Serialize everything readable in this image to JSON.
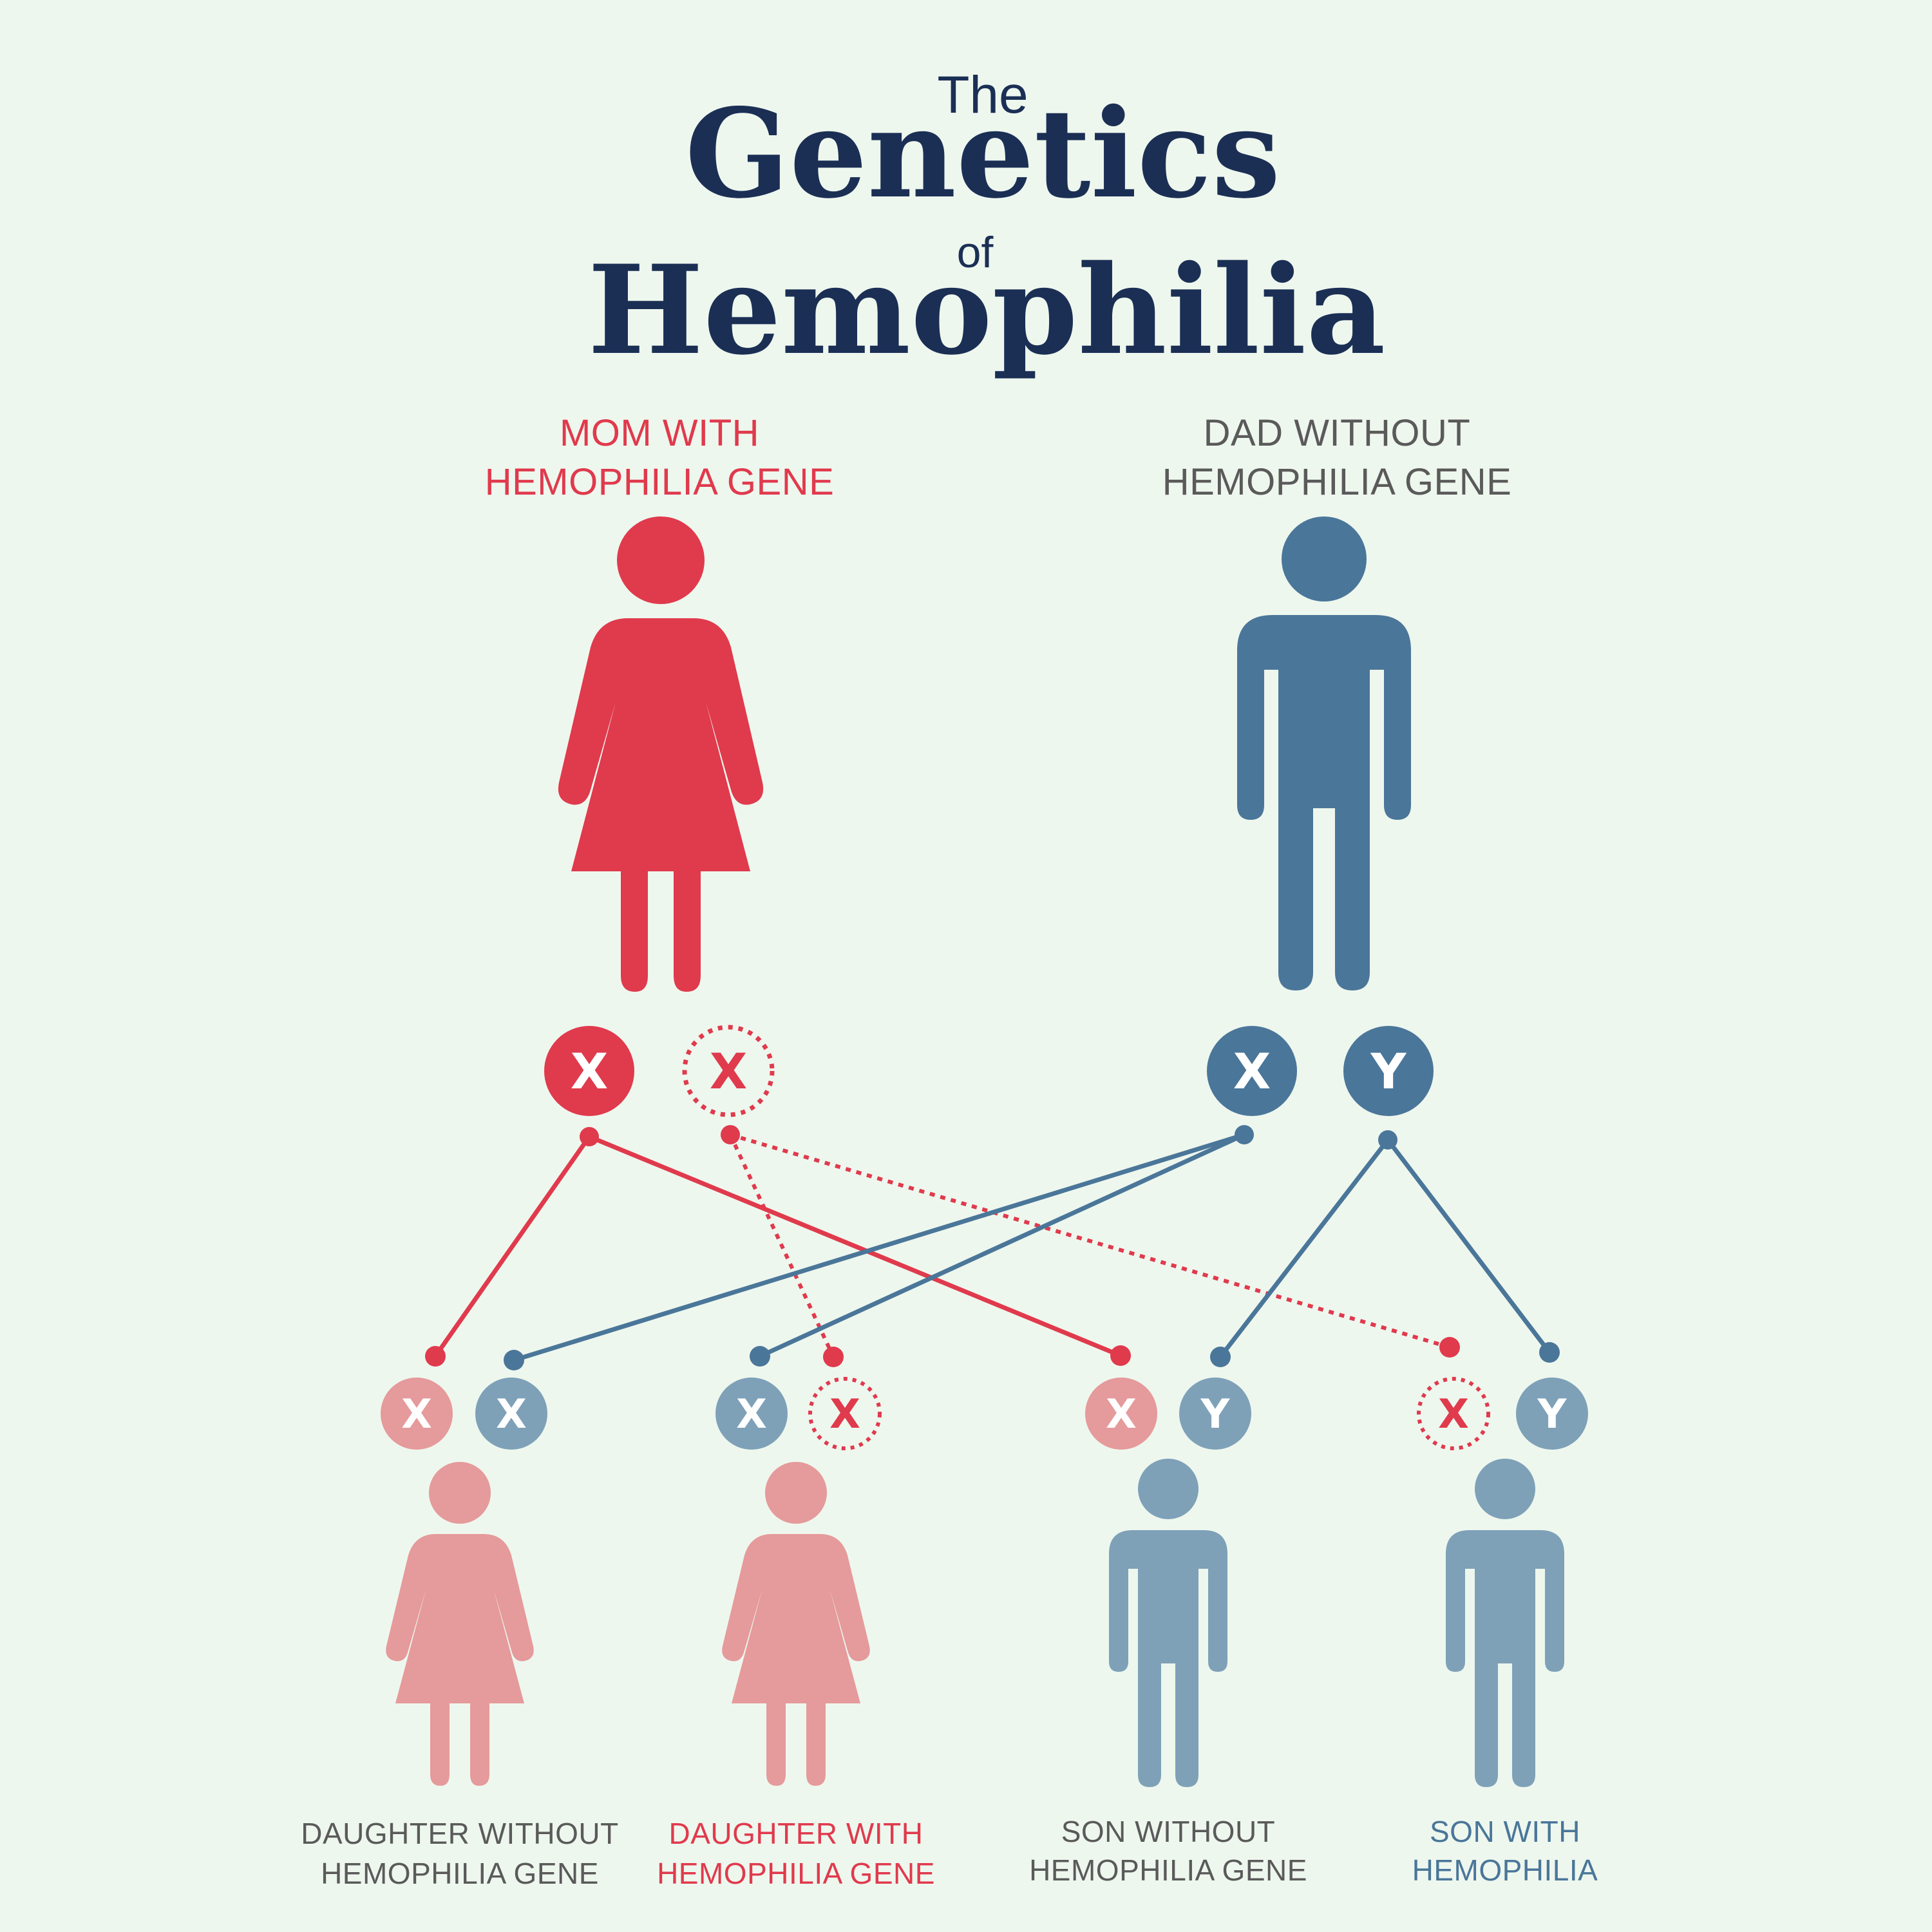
{
  "title": {
    "line1": "The",
    "line2": "Genetics",
    "line3": "of",
    "line4": "Hemophilia"
  },
  "colors": {
    "background": "#eef7ee",
    "title": "#1b2f55",
    "mom_red": "#e03a4d",
    "dad_blue": "#4a7699",
    "daughter_pink": "#e59a9b",
    "son_blue": "#7ea1b8",
    "gray_text": "#5a5a5a"
  },
  "parents": {
    "mom": {
      "label_line1": "MOM WITH",
      "label_line2": "HEMOPHILIA GENE",
      "icon": "woman-icon",
      "chromosomes": [
        {
          "letter": "X",
          "carrier": false
        },
        {
          "letter": "X",
          "carrier": true
        }
      ]
    },
    "dad": {
      "label_line1": "DAD WITHOUT",
      "label_line2": "HEMOPHILIA GENE",
      "icon": "man-icon",
      "chromosomes": [
        {
          "letter": "X",
          "carrier": false
        },
        {
          "letter": "Y",
          "carrier": false
        }
      ]
    }
  },
  "children": [
    {
      "label_line1": "DAUGHTER WITHOUT",
      "label_line2": "HEMOPHILIA GENE",
      "icon": "woman-icon",
      "chromosomes": [
        {
          "letter": "X",
          "from": "mom",
          "carrier": false
        },
        {
          "letter": "X",
          "from": "dad",
          "carrier": false
        }
      ]
    },
    {
      "label_line1": "DAUGHTER WITH",
      "label_line2": "HEMOPHILIA GENE",
      "icon": "woman-icon",
      "chromosomes": [
        {
          "letter": "X",
          "from": "dad",
          "carrier": false
        },
        {
          "letter": "X",
          "from": "mom",
          "carrier": true
        }
      ]
    },
    {
      "label_line1": "SON WITHOUT",
      "label_line2": "HEMOPHILIA GENE",
      "icon": "man-icon",
      "chromosomes": [
        {
          "letter": "X",
          "from": "mom",
          "carrier": false
        },
        {
          "letter": "Y",
          "from": "dad",
          "carrier": false
        }
      ]
    },
    {
      "label_line1": "SON WITH",
      "label_line2": "HEMOPHILIA",
      "icon": "man-icon",
      "chromosomes": [
        {
          "letter": "X",
          "from": "mom",
          "carrier": true
        },
        {
          "letter": "Y",
          "from": "dad",
          "carrier": false
        }
      ]
    }
  ]
}
